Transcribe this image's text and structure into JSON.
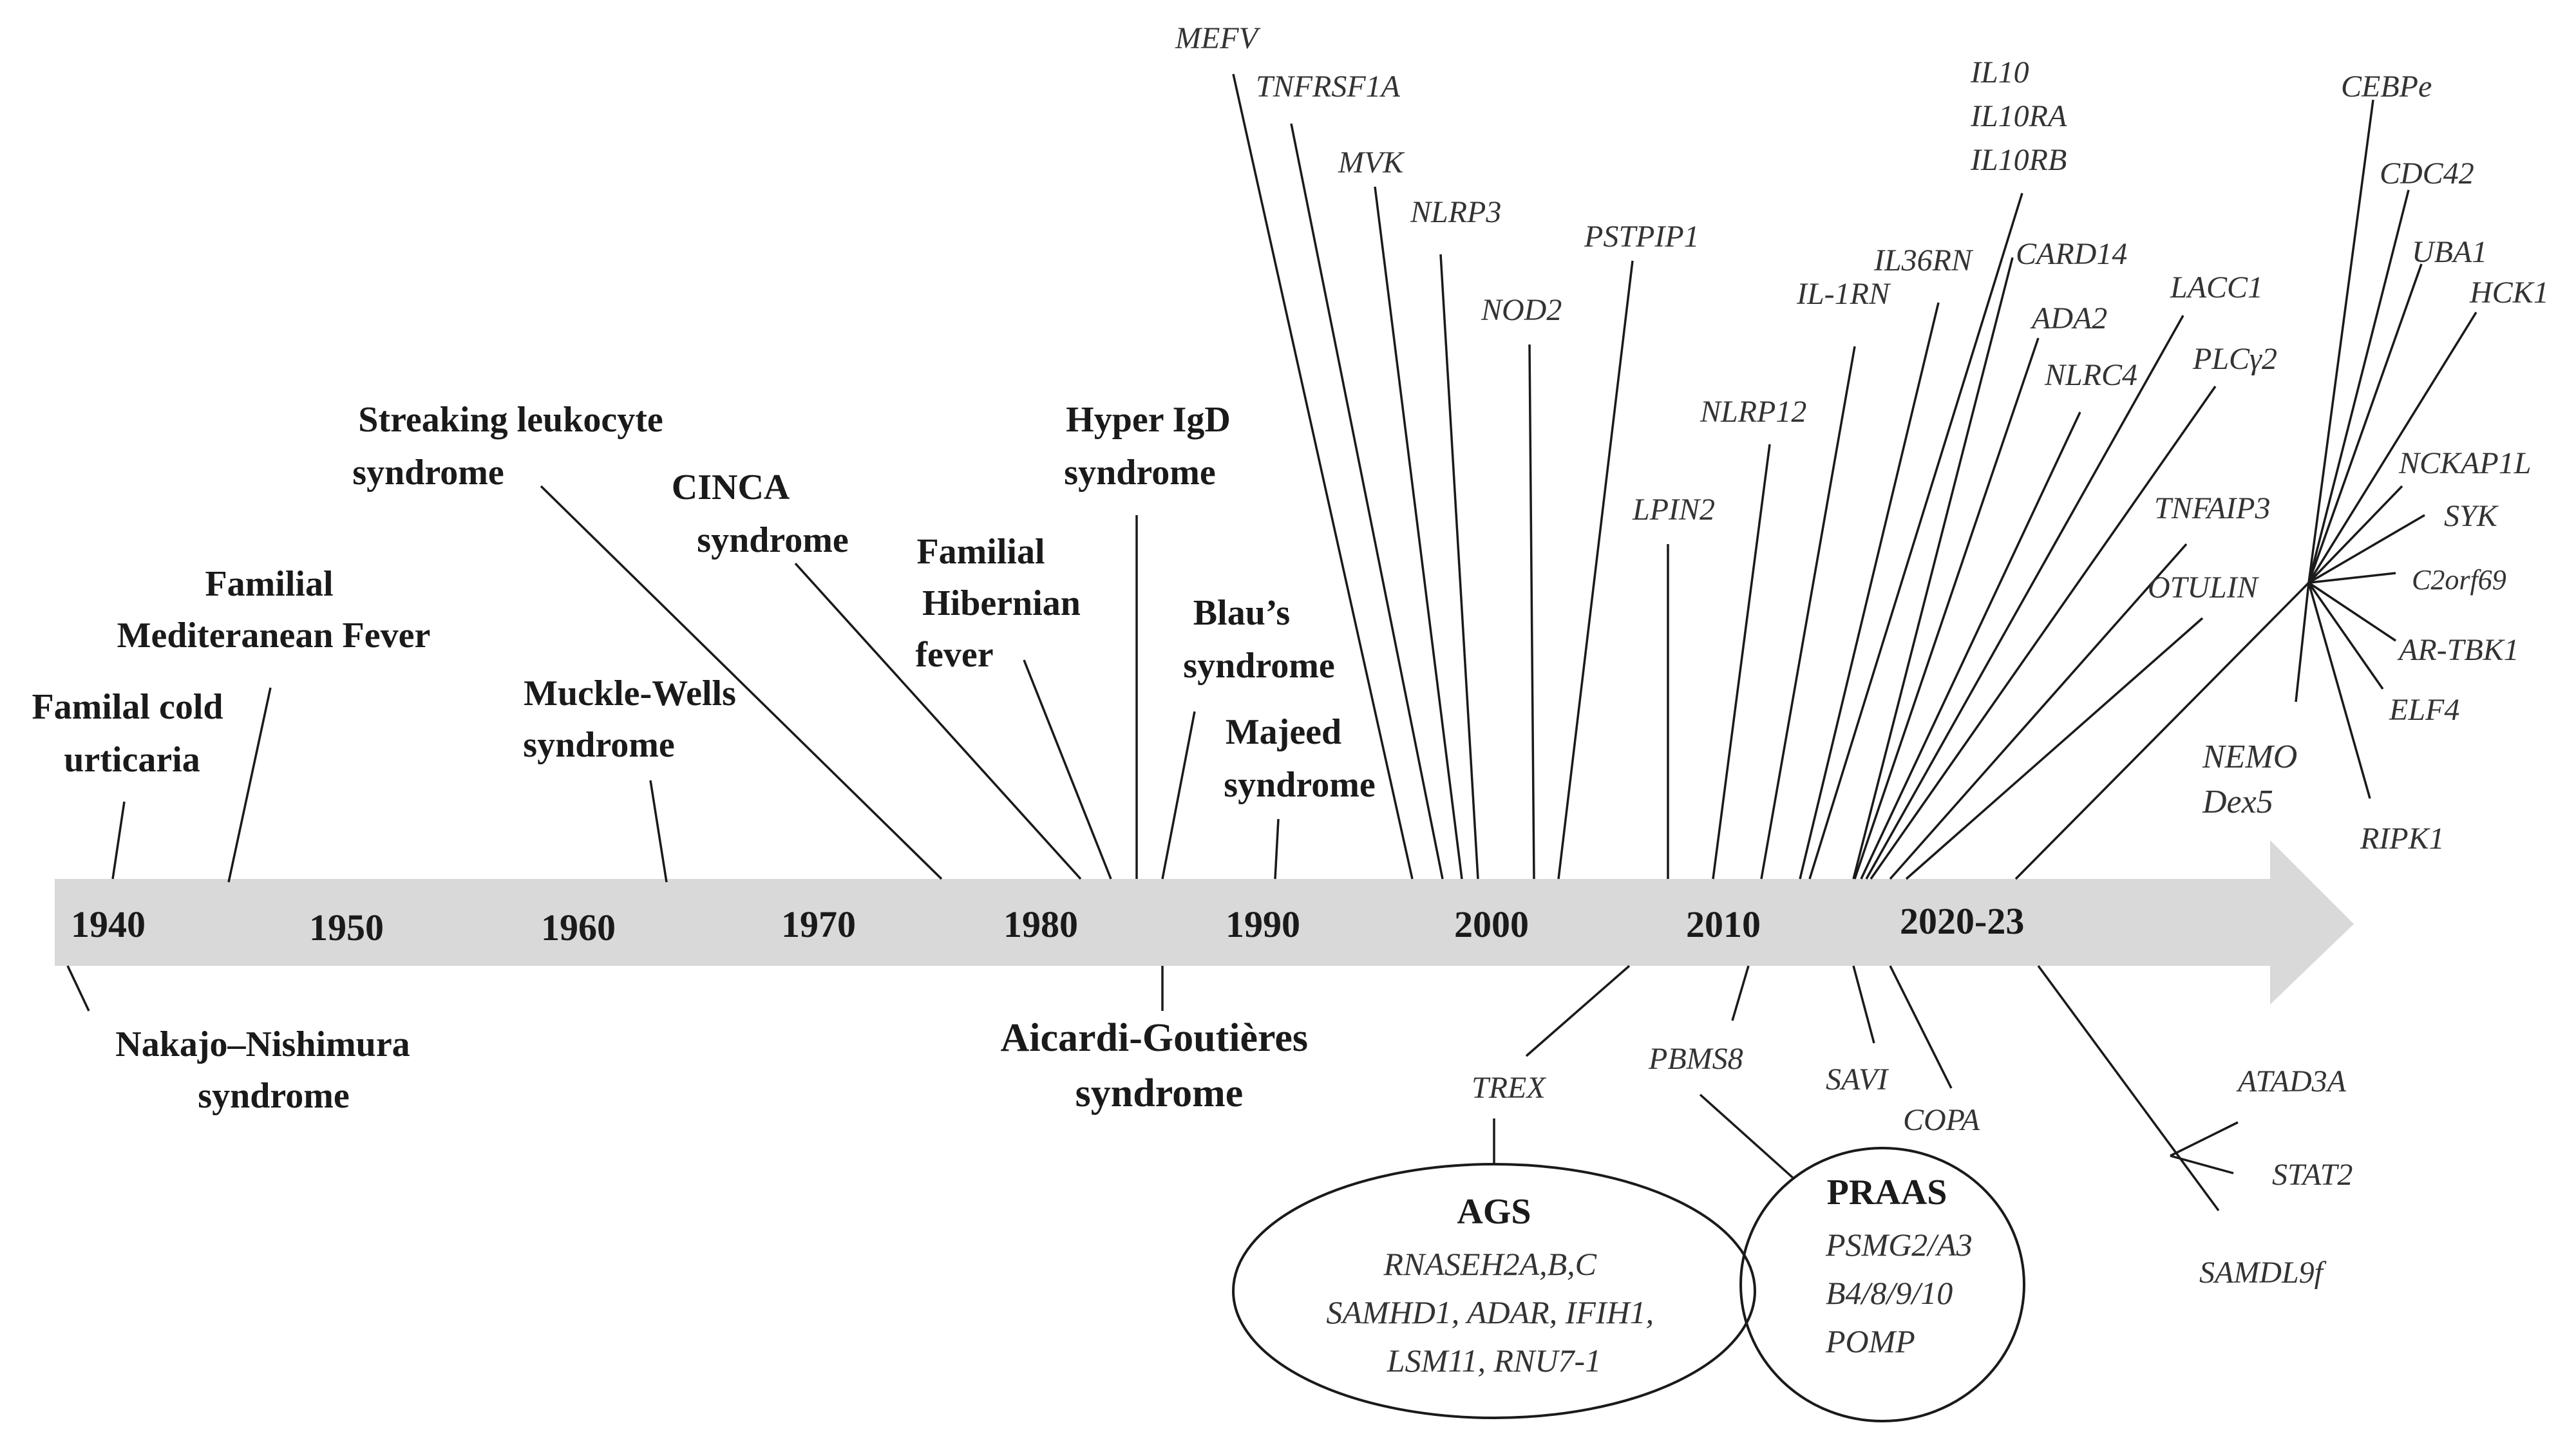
{
  "timeline": {
    "arrow_color": "#d9d9d9",
    "years": [
      "1940",
      "1950",
      "1960",
      "1970",
      "1980",
      "1990",
      "2000",
      "2010",
      "2020-23"
    ]
  },
  "syndromes": {
    "cold_urticaria": [
      "Familal cold",
      "urticaria"
    ],
    "fmf": [
      "Familial",
      "Mediteranean Fever"
    ],
    "muckle_wells": [
      "Muckle-Wells",
      "syndrome"
    ],
    "streaking": [
      "Streaking leukocyte",
      "syndrome"
    ],
    "cinca": [
      "CINCA",
      "syndrome"
    ],
    "hibernian": [
      "Familial",
      "Hibernian",
      "fever"
    ],
    "hyper_igd": [
      "Hyper IgD",
      "syndrome"
    ],
    "blau": [
      "Blau’s",
      "syndrome"
    ],
    "majeed": [
      "Majeed",
      "syndrome"
    ],
    "nakajo": [
      "Nakajo–Nishimura",
      "syndrome"
    ],
    "aicardi": [
      "Aicardi-Goutières",
      "syndrome"
    ]
  },
  "genes": {
    "mefv": "MEFV",
    "tnfrsf1a": "TNFRSF1A",
    "mvk": "MVK",
    "nlrp3": "NLRP3",
    "nod2": "NOD2",
    "pstpip1": "PSTPIP1",
    "lpin2": "LPIN2",
    "nlrp12": "NLRP12",
    "il1rn": "IL-1RN",
    "il36rn": "IL36RN",
    "il10": [
      "IL10",
      "IL10RA",
      "IL10RB"
    ],
    "card14": "CARD14",
    "ada2": "ADA2",
    "nlrc4": "NLRC4",
    "lacc1": "LACC1",
    "plcg2": "PLCγ2",
    "tnfaip3": "TNFAIP3",
    "otulin": "OTULIN",
    "cebpe": "CEBPe",
    "cdc42": "CDC42",
    "uba1": "UBA1",
    "hck1": "HCK1",
    "nckap1l": "NCKAP1L",
    "syk": "SYK",
    "c2orf69": "C2orf69",
    "artbk1": "AR-TBK1",
    "elf4": "ELF4",
    "ripk1": "RIPK1",
    "nemo": [
      "NEMO",
      "Dex5"
    ],
    "trex": "TREX",
    "pbms8": "PBMS8",
    "savi": "SAVI",
    "copa": "COPA",
    "atad3a": "ATAD3A",
    "stat2": "STAT2",
    "samdl9f": "SAMDL9f"
  },
  "ags": {
    "title": "AGS",
    "lines": [
      "RNASEH2A,B,C",
      "SAMHD1, ADAR, IFIH1,",
      "LSM11, RNU7-1"
    ]
  },
  "praas": {
    "title": "PRAAS",
    "lines": [
      "PSMG2/A3",
      "B4/8/9/10",
      "POMP"
    ]
  }
}
